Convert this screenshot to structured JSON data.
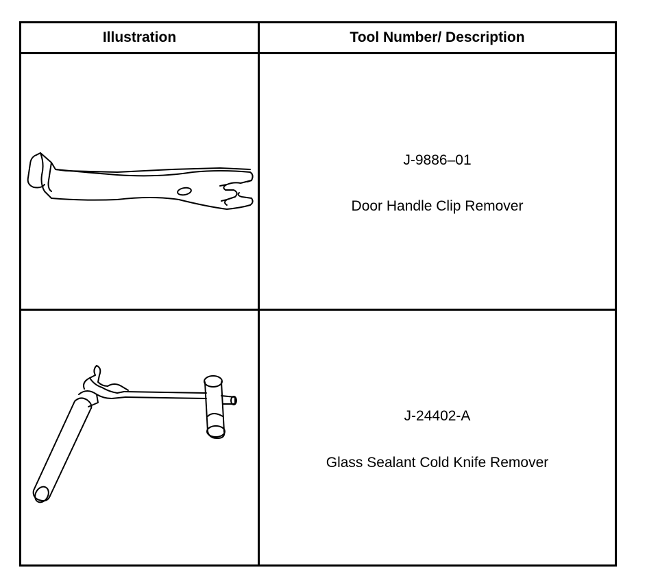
{
  "table": {
    "headers": {
      "illustration": "Illustration",
      "description": "Tool Number/ Description"
    },
    "rows": [
      {
        "tool_number": "J-9886–01",
        "description": "Door Handle Clip Remover",
        "illustration_icon": "door-handle-clip-remover-icon"
      },
      {
        "tool_number": "J-24402-A",
        "description": "Glass Sealant Cold Knife Remover",
        "illustration_icon": "cold-knife-remover-icon"
      }
    ]
  }
}
